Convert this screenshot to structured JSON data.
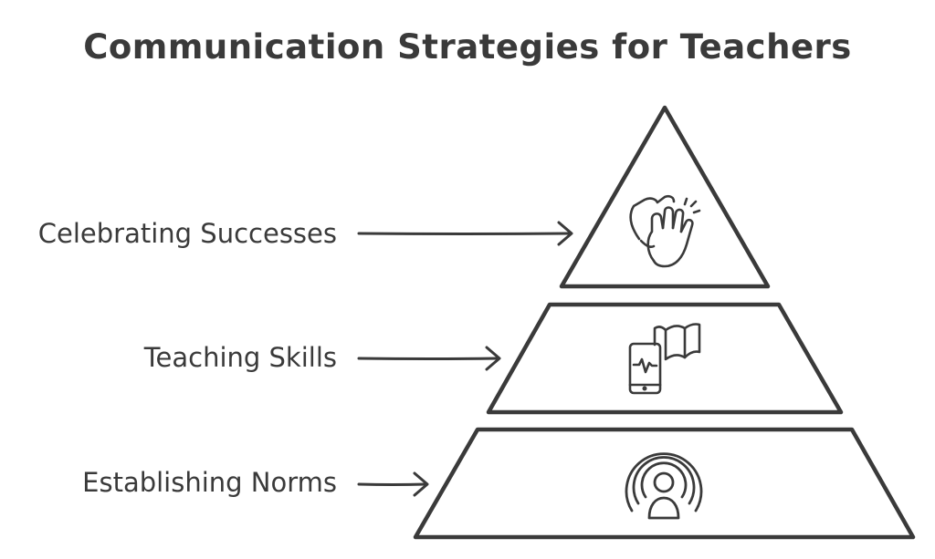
{
  "title": "Communication Strategies for Teachers",
  "levels": [
    {
      "label": "Celebrating Successes",
      "icon": "clapping-hands-icon"
    },
    {
      "label": "Teaching Skills",
      "icon": "phone-and-book-icon"
    },
    {
      "label": "Establishing Norms",
      "icon": "broadcast-person-icon"
    }
  ],
  "colors": {
    "ink": "#3a3a3a",
    "background": "#ffffff"
  }
}
